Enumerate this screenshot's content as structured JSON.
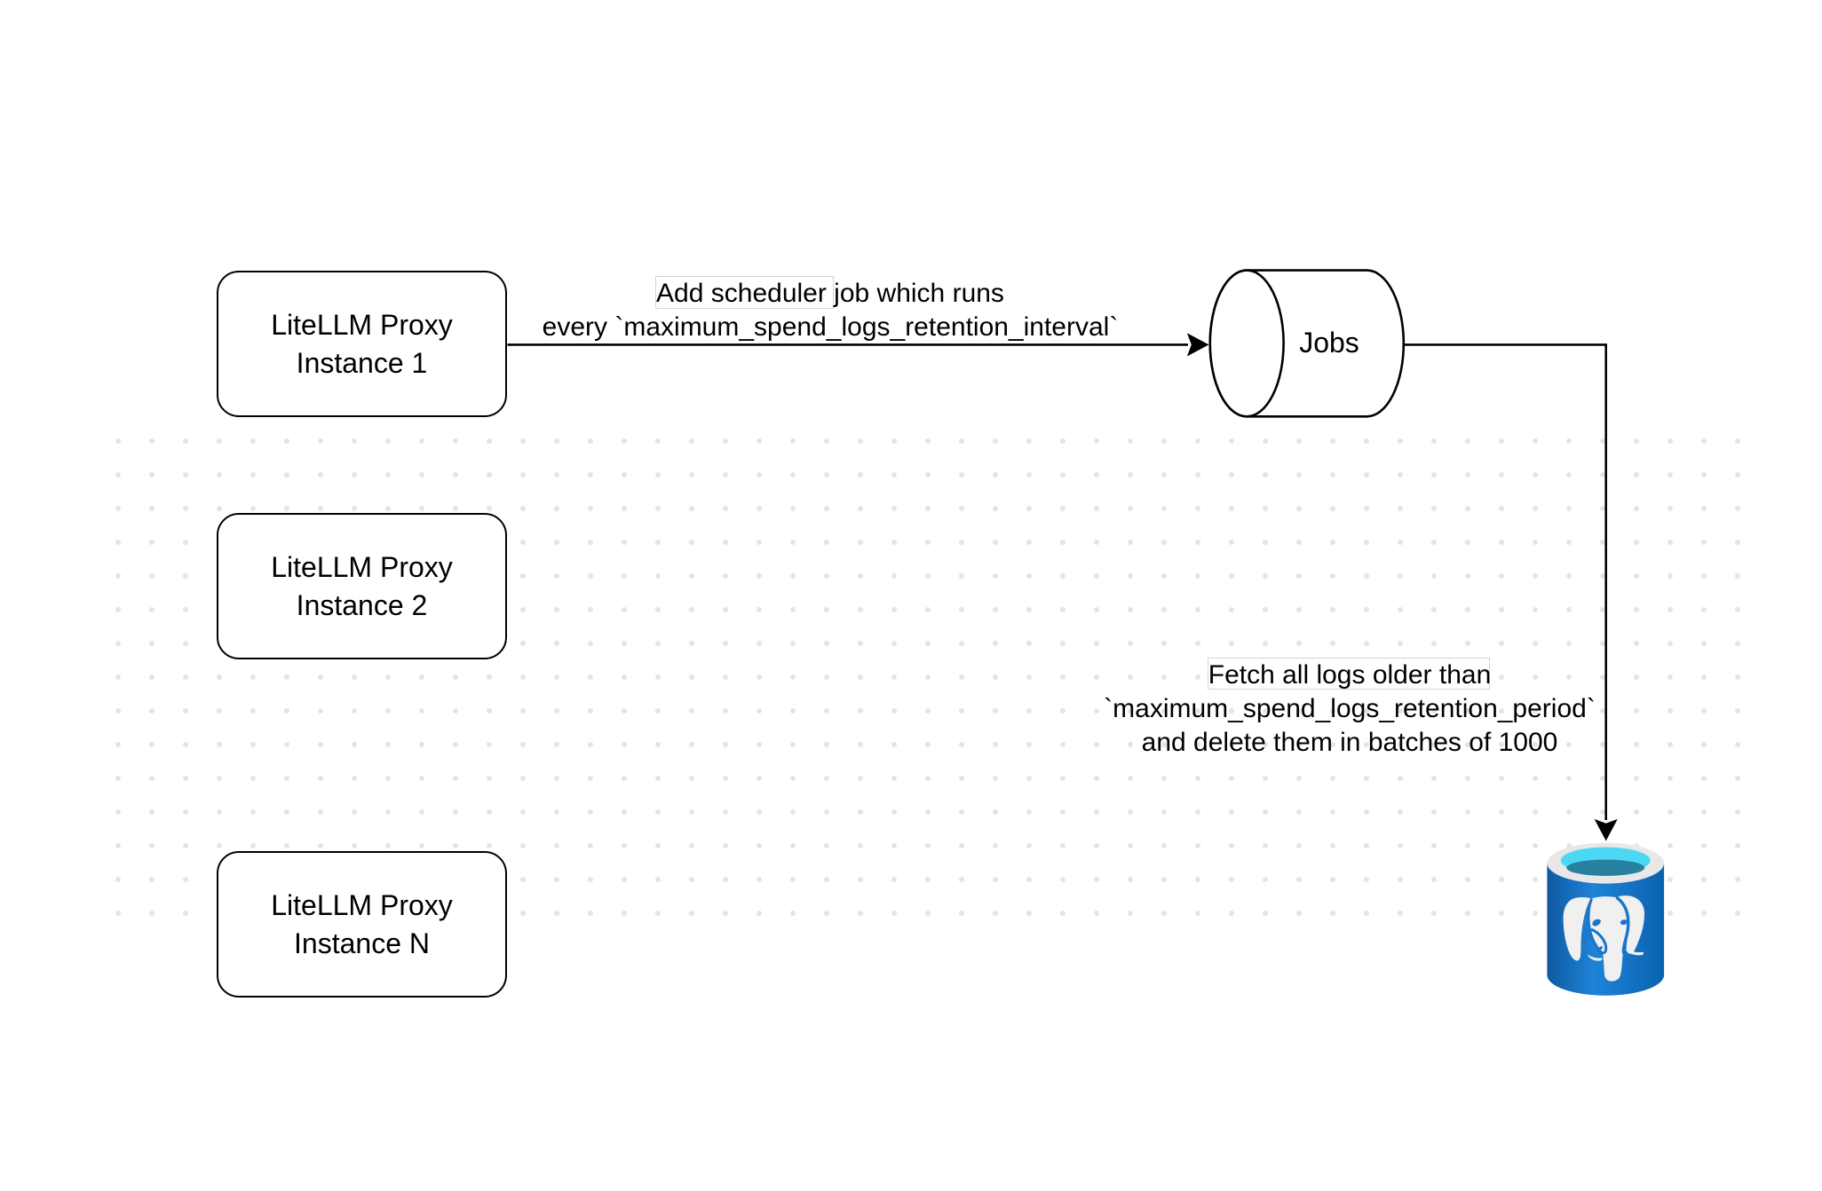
{
  "proxy_instances": [
    {
      "line1": "LiteLLM Proxy",
      "line2": "Instance 1"
    },
    {
      "line1": "LiteLLM Proxy",
      "line2": "Instance 2"
    },
    {
      "line1": "LiteLLM Proxy",
      "line2": "Instance N"
    }
  ],
  "jobs_store": {
    "label": "Jobs"
  },
  "scheduler_edge_label": {
    "line1": "Add scheduler job which runs",
    "line2": "every `maximum_spend_logs_retention_interval`"
  },
  "fetch_edge_label": {
    "line1": "Fetch all logs older than",
    "line2": "`maximum_spend_logs_retention_period`",
    "line3": "and delete them in batches of 1000"
  },
  "icons": {
    "database": "postgresql-database-icon"
  },
  "colors": {
    "stroke": "#000000",
    "grid_dot": "#e4e4e4",
    "postgres_body_blue_dark": "#0d5ca6",
    "postgres_body_blue_light": "#1b7fd4",
    "postgres_rim_gray": "#e8e8e8",
    "postgres_opening_cyan": "#4fd9f6",
    "postgres_liquid_teal": "#2180a6",
    "postgres_elephant_white": "#f0f0f0"
  }
}
